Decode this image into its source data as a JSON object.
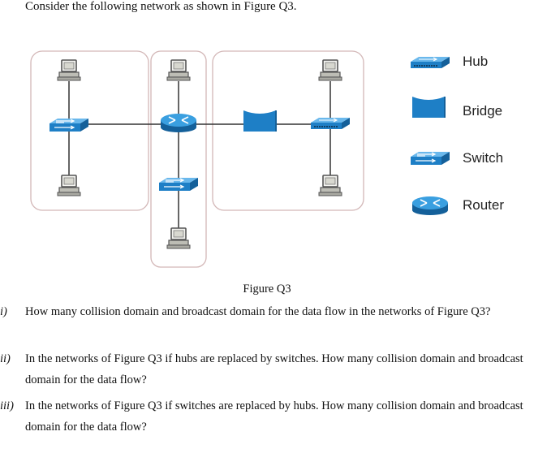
{
  "question_intro": "Consider the following network as shown in Figure Q3.",
  "legend": {
    "hub": "Hub",
    "bridge": "Bridge",
    "switch": "Switch",
    "router": "Router"
  },
  "figure_caption": "Figure Q3",
  "questions": [
    {
      "num": "i)",
      "text": "How many collision domain and broadcast domain for the data flow in the networks of Figure Q3?"
    },
    {
      "num": "ii)",
      "text": "In the networks of Figure Q3 if hubs are replaced by switches. How many collision domain and broadcast domain for the data flow?"
    },
    {
      "num": "iii)",
      "text": "In the networks of Figure Q3 if switches are replaced by hubs. How many collision domain and broadcast domain for the data flow?"
    }
  ],
  "colors": {
    "device_blue": "#2b8fd6",
    "device_dark": "#1565a8",
    "box_border": "#c9a8a8",
    "pc_gray": "#b8b8b0"
  }
}
